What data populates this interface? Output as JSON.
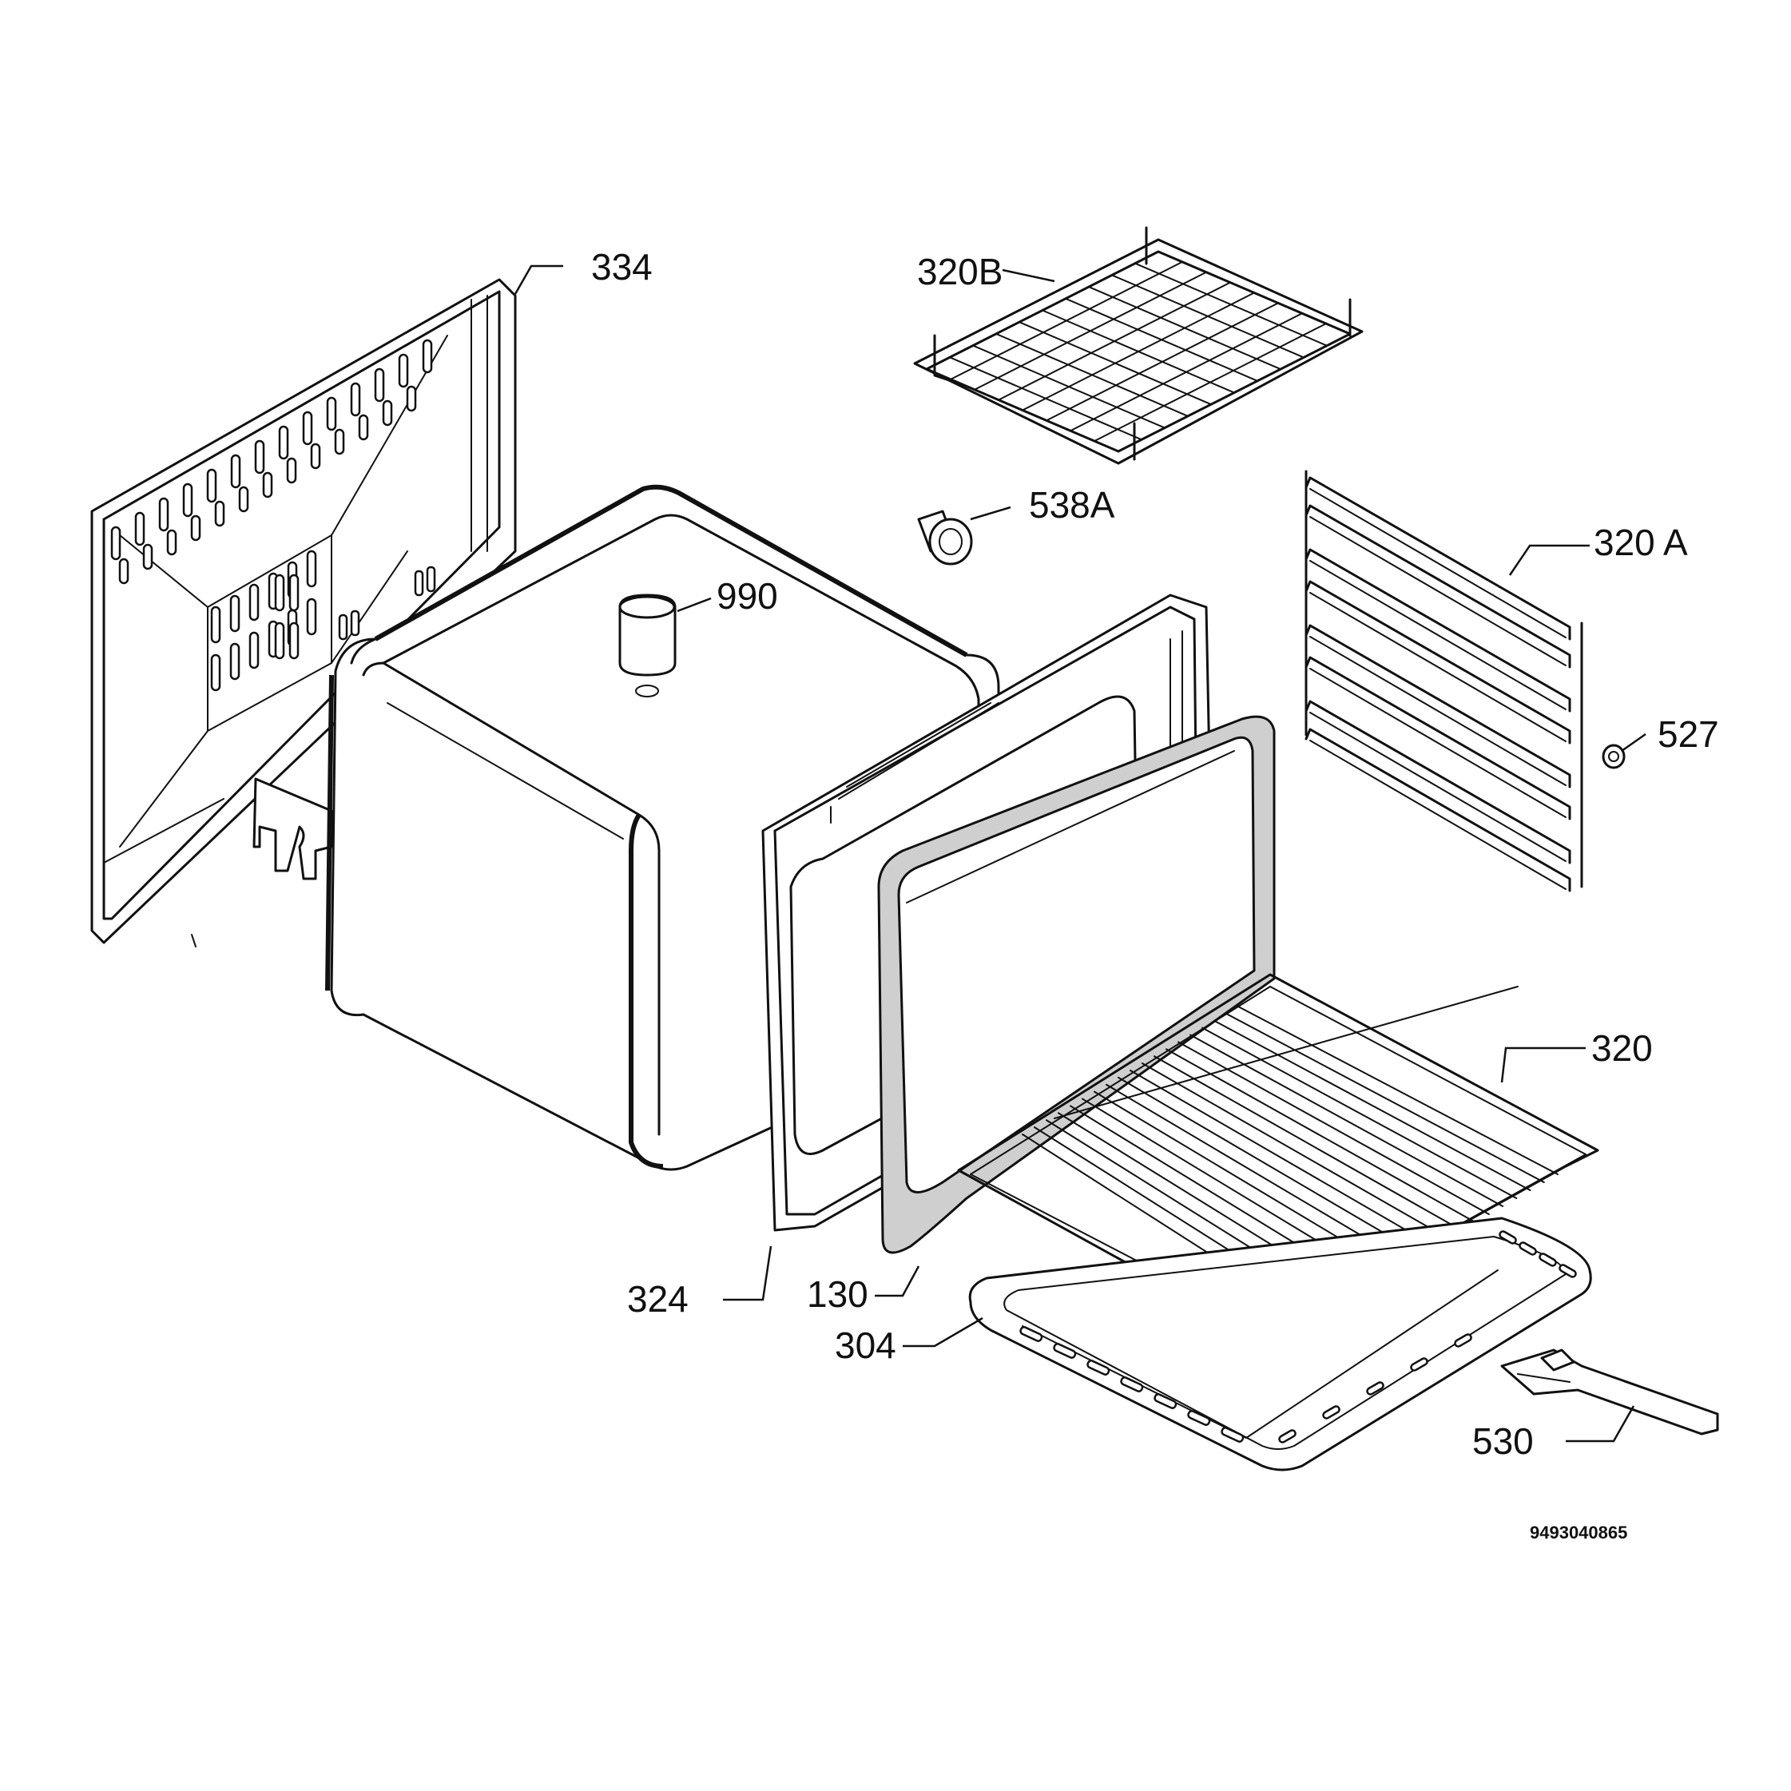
{
  "diagram": {
    "document_code": "9493040865",
    "callouts": [
      {
        "id": "334",
        "text": "334"
      },
      {
        "id": "320B",
        "text": "320B"
      },
      {
        "id": "538A",
        "text": "538A"
      },
      {
        "id": "990",
        "text": "990"
      },
      {
        "id": "320A",
        "text": "320 A"
      },
      {
        "id": "527",
        "text": "527"
      },
      {
        "id": "320",
        "text": "320"
      },
      {
        "id": "324",
        "text": "324"
      },
      {
        "id": "130",
        "text": "130"
      },
      {
        "id": "304",
        "text": "304"
      },
      {
        "id": "530",
        "text": "530"
      }
    ]
  },
  "colors": {
    "line": "#111111",
    "background": "#ffffff",
    "gasket": "#cfcfcf"
  }
}
